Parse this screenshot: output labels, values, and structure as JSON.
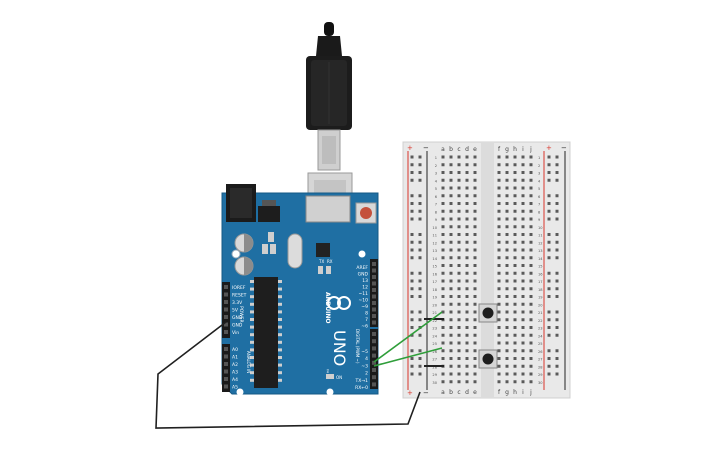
{
  "circuit": {
    "arduino": {
      "brand_logo": "ARDUINO",
      "model": "UNO",
      "trademark": "™",
      "power_header_label": "POWER",
      "analog_header_label": "ANALOG IN",
      "digital_header_label": "DIGITAL (PWM ~)",
      "on_led_label": "ON",
      "tx_label": "TX",
      "rx_label": "RX",
      "l_label": "L",
      "power_pins": [
        "IOREF",
        "RESET",
        "3.3V",
        "5V",
        "GND",
        "GND",
        "Vin"
      ],
      "analog_pins": [
        "A0",
        "A1",
        "A2",
        "A3",
        "A4",
        "A5"
      ],
      "digital_pins": [
        "AREF",
        "GND",
        "13",
        "12",
        "~11",
        "~10",
        "~9",
        "8",
        "7",
        "~6",
        "~5",
        "4",
        "~3",
        "2",
        "TX→1",
        "RX←0"
      ]
    },
    "breadboard": {
      "columns_left": [
        "a",
        "b",
        "c",
        "d",
        "e"
      ],
      "columns_right": [
        "f",
        "g",
        "h",
        "i",
        "j"
      ],
      "row_count": 30,
      "rail_plus": "+",
      "rail_minus": "−"
    },
    "colors": {
      "board": "#1f6fa3",
      "wire_signal": "#2f9e3a",
      "wire_ground": "#202020",
      "breadboard": "#e9e9e9",
      "rail_red": "#d9352b"
    }
  }
}
